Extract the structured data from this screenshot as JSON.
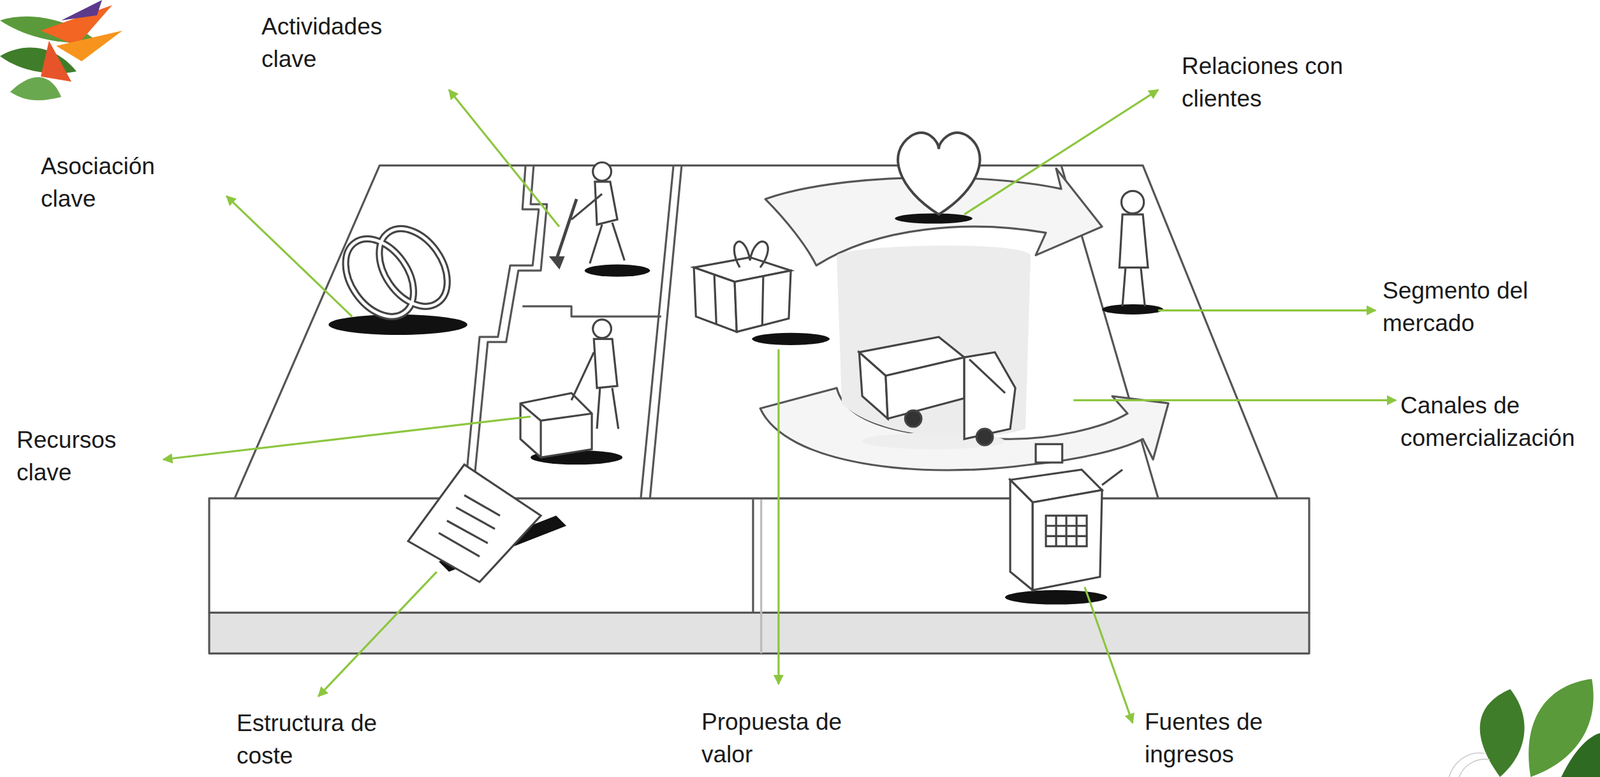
{
  "diagram": {
    "labels": [
      "Actividades clave",
      "Relaciones con clientes",
      "Asociación clave",
      "Segmento del mercado",
      "Canales de comercialización",
      "Recursos clave",
      "Estructura de coste",
      "Propuesta de valor",
      "Fuentes de ingresos"
    ]
  }
}
